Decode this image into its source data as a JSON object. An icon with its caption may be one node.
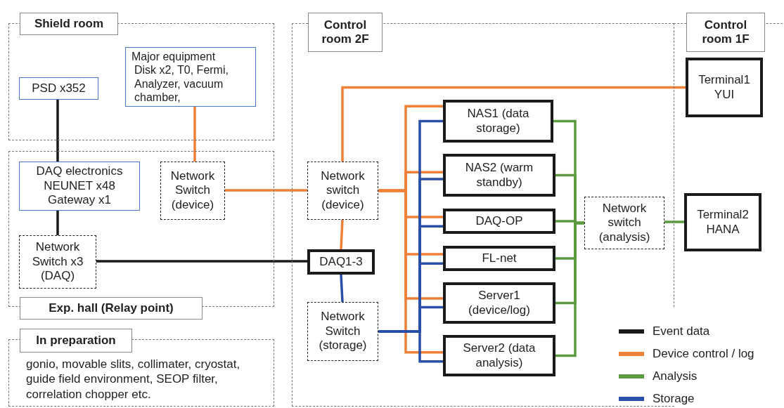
{
  "diagram": {
    "nodes": [
      {
        "text": [
          "Shield room"
        ]
      },
      {
        "text": [
          "PSD x352"
        ],
        "in": 0
      },
      {
        "text": [
          "Major equipment",
          "Disk x2, T0, Fermi, Analyzer, vacuum chamber,"
        ],
        "in": 0
      },
      {
        "text": [
          "Exp. hall (Relay point)"
        ]
      },
      {
        "text": [
          "DAQ electronics NEUNET x48 Gateway x1"
        ],
        "in": 3
      },
      {
        "text": [
          "Network Switch (device)"
        ],
        "in": 3
      },
      {
        "text": [
          "Network Switch x3 (DAQ)"
        ],
        "in": 3
      },
      {
        "text": [
          "In preparation",
          "gonio, movable slits, collimater, cryostat, guide field environment, SEOP filter, correlation chopper etc."
        ]
      },
      {
        "text": [
          "Control room 2F"
        ]
      },
      {
        "text": [
          "Network switch (device)"
        ],
        "in": 8
      },
      {
        "text": [
          "DAQ1-3"
        ],
        "in": 8
      },
      {
        "text": [
          "Network Switch (storage)"
        ],
        "in": 8
      },
      {
        "text": [
          "NAS1 (data storage)"
        ],
        "in": 8
      },
      {
        "text": [
          "NAS2 (warm standby)"
        ],
        "in": 8
      },
      {
        "text": [
          "DAQ-OP"
        ],
        "in": 8
      },
      {
        "text": [
          "FL-net"
        ],
        "in": 8
      },
      {
        "text": [
          "Server1 (device/log)"
        ],
        "in": 8
      },
      {
        "text": [
          "Server2 (data analysis)"
        ],
        "in": 8
      },
      {
        "text": [
          "Network switch (analysis)"
        ],
        "in": 8
      },
      {
        "text": [
          "Control room 1F"
        ]
      },
      {
        "text": [
          "Terminal1 YUI"
        ],
        "in": 19
      },
      {
        "text": [
          "Terminal2 HANA"
        ],
        "in": 19
      }
    ],
    "edges": [
      {
        "from": 1,
        "to": 4,
        "arrow": "none",
        "color": "#1a1a1a"
      },
      {
        "from": 2,
        "to": 5,
        "arrow": "none"
      },
      {
        "from": 4,
        "to": 6,
        "arrow": "none",
        "color": "#1a1a1a"
      },
      {
        "from": 6,
        "to": 10,
        "arrow": "none",
        "color": "#1a1a1a"
      },
      {
        "from": 5,
        "to": 9,
        "arrow": "none"
      },
      {
        "from": 9,
        "to": 20,
        "arrow": "none"
      },
      {
        "from": 9,
        "to": 10,
        "arrow": "none"
      },
      {
        "from": 10,
        "to": 11,
        "arrow": "none",
        "color": "#2a4fa8"
      },
      {
        "from": 9,
        "to": 12,
        "arrow": "none"
      },
      {
        "from": 9,
        "to": 13,
        "arrow": "none"
      },
      {
        "from": 9,
        "to": 14,
        "arrow": "none"
      },
      {
        "from": 9,
        "to": 15,
        "arrow": "none"
      },
      {
        "from": 9,
        "to": 16,
        "arrow": "none"
      },
      {
        "from": 9,
        "to": 17,
        "arrow": "none"
      },
      {
        "from": 11,
        "to": 12,
        "arrow": "none",
        "color": "#2a4fa8"
      },
      {
        "from": 11,
        "to": 13,
        "arrow": "none",
        "color": "#2a4fa8"
      },
      {
        "from": 11,
        "to": 14,
        "arrow": "none",
        "color": "#2a4fa8"
      },
      {
        "from": 11,
        "to": 15,
        "arrow": "none",
        "color": "#2a4fa8"
      },
      {
        "from": 11,
        "to": 16,
        "arrow": "none",
        "color": "#2a4fa8"
      },
      {
        "from": 11,
        "to": 17,
        "arrow": "none",
        "color": "#2a4fa8"
      },
      {
        "from": 12,
        "to": 18,
        "arrow": "none",
        "color": "#5b9a3f"
      },
      {
        "from": 13,
        "to": 18,
        "arrow": "none",
        "color": "#5b9a3f"
      },
      {
        "from": 14,
        "to": 18,
        "arrow": "none",
        "color": "#5b9a3f"
      },
      {
        "from": 15,
        "to": 18,
        "arrow": "none",
        "color": "#5b9a3f"
      },
      {
        "from": 16,
        "to": 18,
        "arrow": "none",
        "color": "#5b9a3f"
      },
      {
        "from": 17,
        "to": 18,
        "arrow": "none",
        "color": "#5b9a3f"
      },
      {
        "from": 18,
        "to": 21,
        "arrow": "none",
        "color": "#5b9a3f"
      }
    ],
    "legend": [
      {
        "text": "Event data",
        "color": "#1a1a1a"
      },
      {
        "text": "Device control / log",
        "color": "#f08036"
      },
      {
        "text": "Analysis",
        "color": "#5b9a3f"
      },
      {
        "text": "Storage",
        "color": "#2a4fa8"
      }
    ]
  }
}
